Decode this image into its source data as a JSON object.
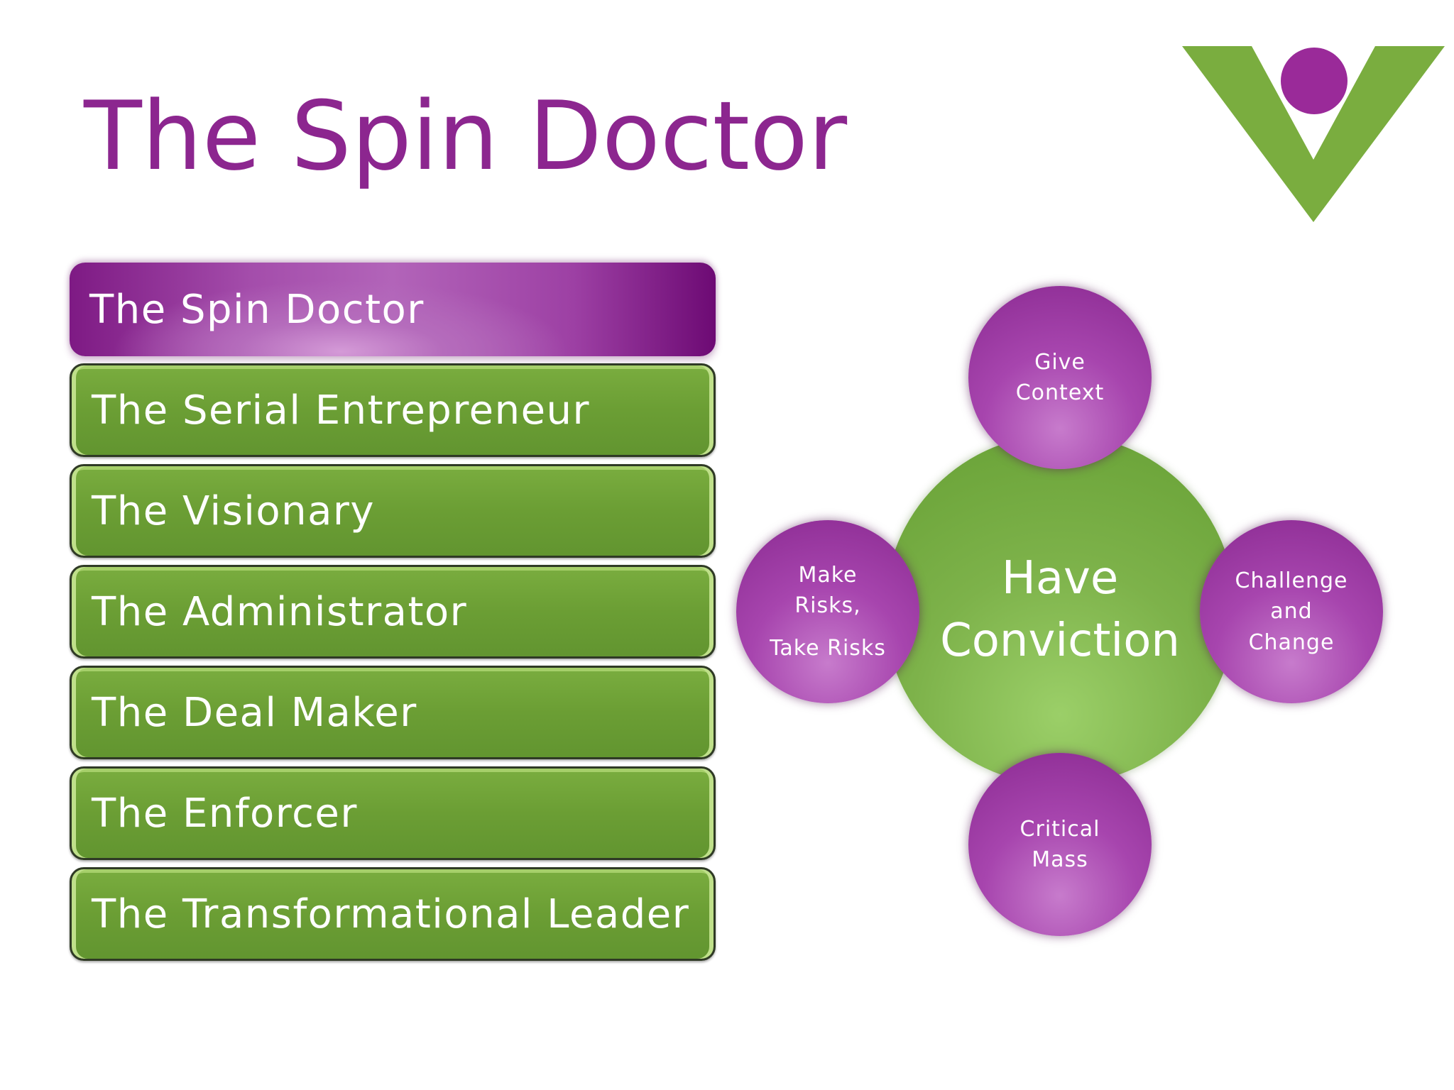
{
  "slide": {
    "title": "The Spin Doctor"
  },
  "logo": {
    "icon": "v-person-logo-icon",
    "colors": {
      "chevron": "#7aad3f",
      "dot": "#9a2a99"
    }
  },
  "menu": {
    "items": [
      {
        "label": "The Spin Doctor",
        "active": true
      },
      {
        "label": "The Serial Entrepreneur",
        "active": false
      },
      {
        "label": "The Visionary",
        "active": false
      },
      {
        "label": "The Administrator",
        "active": false
      },
      {
        "label": "The Deal Maker",
        "active": false
      },
      {
        "label": "The Enforcer",
        "active": false
      },
      {
        "label": "The Transformational Leader",
        "active": false
      }
    ]
  },
  "diagram": {
    "center": {
      "line1": "Have",
      "line2": "Conviction"
    },
    "top": {
      "line1": "Give",
      "line2": "Context"
    },
    "left": {
      "line1": "Make",
      "line2": "Risks,",
      "line3": "Take Risks"
    },
    "right": {
      "line1": "Challenge",
      "line2": "and",
      "line3": "Change"
    },
    "bottom": {
      "line1": "Critical",
      "line2": "Mass"
    }
  },
  "colors": {
    "title": "#8c268f",
    "active_item": "#9d40a4",
    "item": "#6b9e34",
    "center_circle": "#7db24a",
    "satellite_circle": "#a745ae"
  }
}
